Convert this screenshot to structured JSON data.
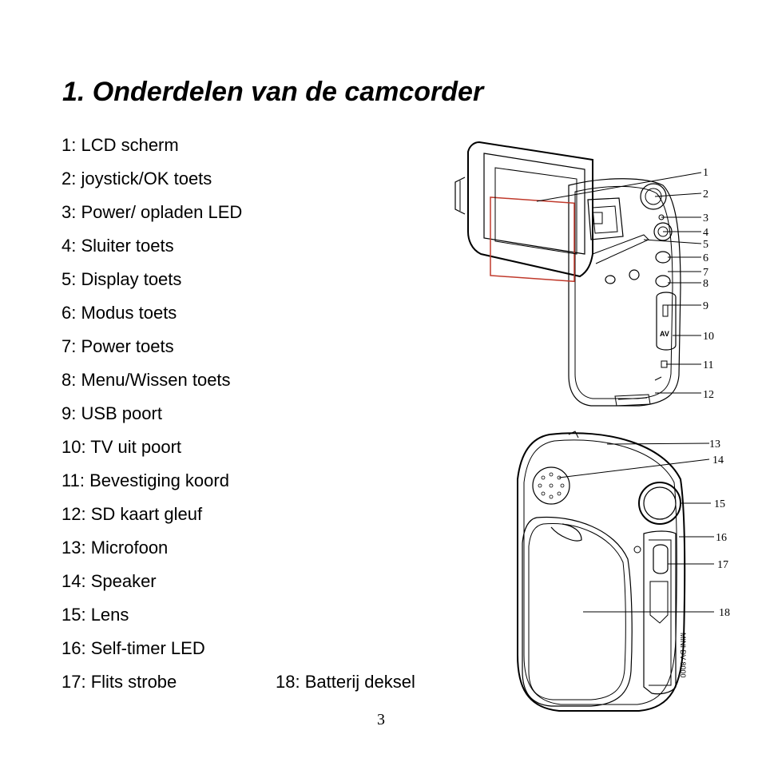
{
  "title": "1. Onderdelen van de camcorder",
  "parts": [
    "1: LCD scherm",
    "2: joystick/OK toets",
    "3: Power/ opladen LED",
    "4: Sluiter toets",
    "5: Display toets",
    "6: Modus toets",
    "7: Power toets",
    "8: Menu/Wissen toets",
    "9: USB poort",
    "10: TV uit poort",
    "11: Bevestiging koord",
    "12: SD kaart gleuf",
    "13: Microfoon",
    "14: Speaker",
    "15: Lens",
    "16: Self-timer LED",
    "17: Flits strobe",
    "18: Batterij deksel"
  ],
  "callouts": [
    "1",
    "2",
    "3",
    "4",
    "5",
    "6",
    "7",
    "8",
    "9",
    "10",
    "11",
    "12",
    "13",
    "14",
    "15",
    "16",
    "17",
    "18"
  ],
  "device_text": {
    "av": "AV",
    "model": "MINI DV 8000"
  },
  "page_number": "3"
}
